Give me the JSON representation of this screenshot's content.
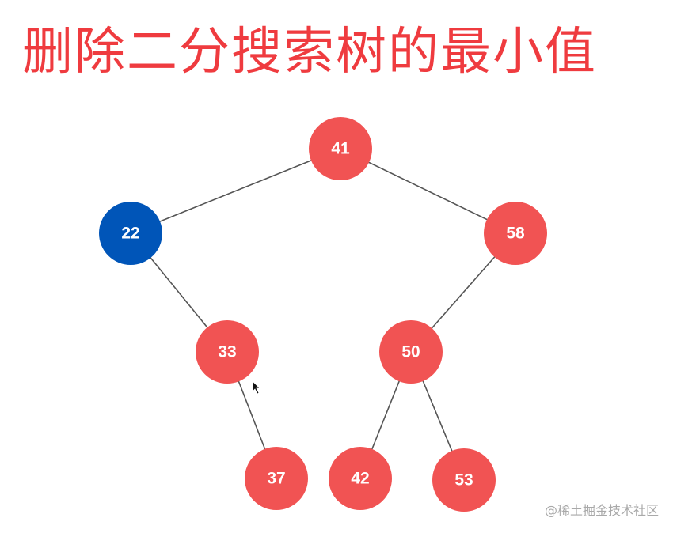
{
  "title": "删除二分搜索树的最小值",
  "watermark": "@稀土掘金技术社区",
  "colors": {
    "node": "#f15353",
    "highlight": "#0055b8",
    "title": "#ef3b3f",
    "edge": "#555555"
  },
  "tree": {
    "nodes": [
      {
        "id": "n41",
        "label": "41"
      },
      {
        "id": "n22",
        "label": "22",
        "highlight": true
      },
      {
        "id": "n58",
        "label": "58"
      },
      {
        "id": "n33",
        "label": "33"
      },
      {
        "id": "n50",
        "label": "50"
      },
      {
        "id": "n37",
        "label": "37"
      },
      {
        "id": "n42",
        "label": "42"
      },
      {
        "id": "n53",
        "label": "53"
      }
    ],
    "edges": [
      [
        "n41",
        "n22"
      ],
      [
        "n41",
        "n58"
      ],
      [
        "n22",
        "n33"
      ],
      [
        "n58",
        "n50"
      ],
      [
        "n33",
        "n37"
      ],
      [
        "n50",
        "n42"
      ],
      [
        "n50",
        "n53"
      ]
    ]
  }
}
